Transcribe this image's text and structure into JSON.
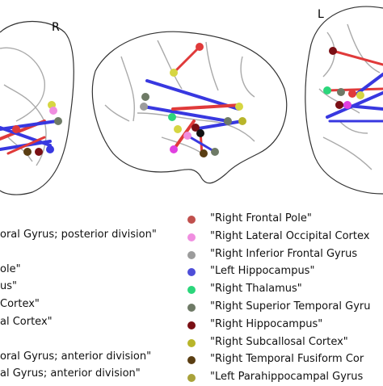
{
  "hemisphere_labels": {
    "right": "R",
    "left": "L"
  },
  "legend_left": [
    "oral Gyrus; posterior division\"",
    "ole\"",
    "us\"",
    "Cortex\"",
    "al Cortex\"",
    "oral Gyrus; anterior division\"",
    "al Gyrus; anterior division\""
  ],
  "legend_right": [
    {
      "label": "\"Right Frontal Pole\"",
      "color": "#c0504d"
    },
    {
      "label": "\"Right Lateral Occipital Cortex",
      "color": "#f08ee0"
    },
    {
      "label": "\"Right Inferior Frontal Gyrus",
      "color": "#9c9c9c"
    },
    {
      "label": "\"Left Hippocampus\"",
      "color": "#4e4ed8"
    },
    {
      "label": "\"Right Thalamus\"",
      "color": "#2bd67b"
    },
    {
      "label": "\"Right Superior Temporal Gyru",
      "color": "#6e7a66"
    },
    {
      "label": "\"Right Hippocampus\"",
      "color": "#7a0f14"
    },
    {
      "label": "\"Right Subcallosal Cortex\"",
      "color": "#b8b52a"
    },
    {
      "label": "\"Right Temporal Fusiform Cor",
      "color": "#5a3e12"
    },
    {
      "label": "\"Left Parahippocampal Gyrus",
      "color": "#a9a23a"
    }
  ]
}
